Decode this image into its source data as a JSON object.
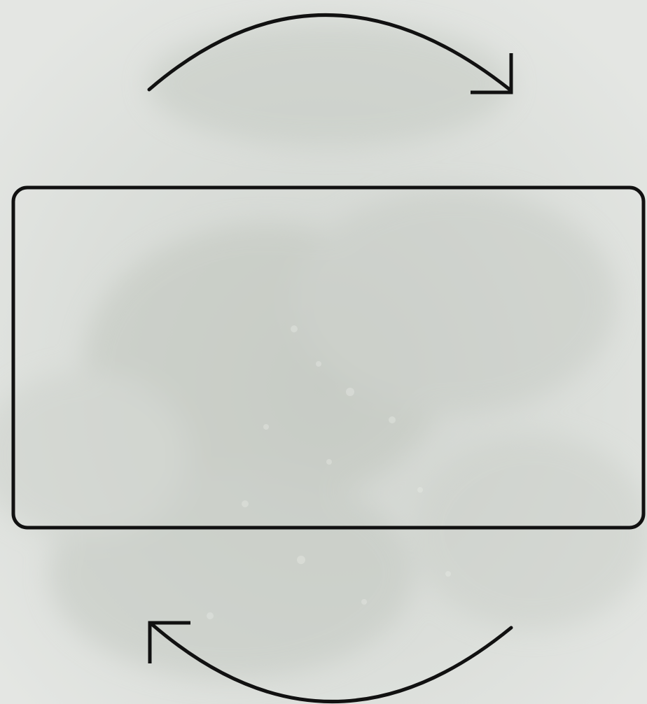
{
  "diagram": {
    "kind": "cycle",
    "background": {
      "description_icon": "foliage-photo-background",
      "tint_color": "#dcdedb"
    },
    "center_box": {
      "label": "",
      "stroke_color": "#111111"
    },
    "arrows": [
      {
        "id": "top",
        "direction": "clockwise",
        "icon": "curved-arrow-right-icon",
        "color": "#111111"
      },
      {
        "id": "bottom",
        "direction": "clockwise",
        "icon": "curved-arrow-left-icon",
        "color": "#111111"
      }
    ]
  }
}
